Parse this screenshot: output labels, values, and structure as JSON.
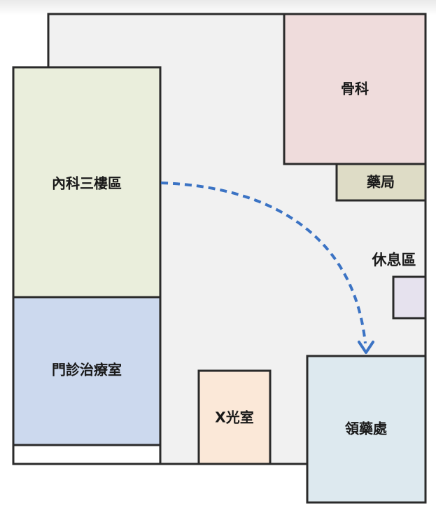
{
  "rooms": {
    "internal_medicine": "內科三樓區",
    "orthopedics": "骨科",
    "pharmacy": "藥局",
    "rest_area": "休息區",
    "outpatient_treatment": "門診治療室",
    "xray": "X光室",
    "medicine_pickup": "領藥處"
  },
  "colors": {
    "floor": "#f1f1f1",
    "internal_medicine": "#eaeedc",
    "orthopedics": "#efdcdc",
    "pharmacy": "#dedcc6",
    "rest_area": "#e6e2ee",
    "outpatient_treatment": "#ccd9ee",
    "xray": "#fbe8d8",
    "medicine_pickup": "#dde9ef",
    "route": "#3b73c4",
    "outline": "#2a2a2a"
  }
}
